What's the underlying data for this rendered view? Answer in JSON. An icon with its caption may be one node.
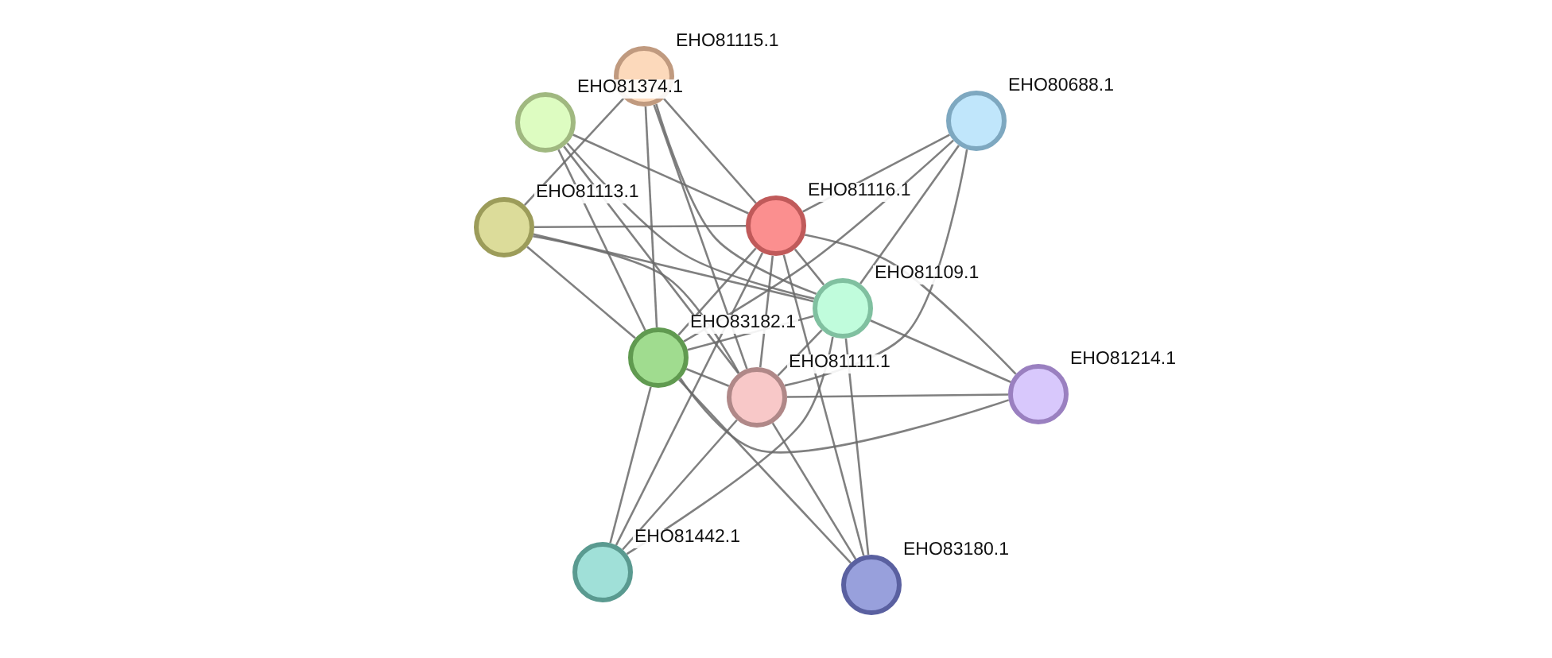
{
  "diagram": {
    "nodes": [
      {
        "text": [],
        "shape": "circle",
        "beside": [
          "EHO81115.1"
        ]
      },
      {
        "text": [],
        "shape": "circle",
        "beside": [
          "EHO81374.1"
        ]
      },
      {
        "text": [],
        "shape": "circle",
        "beside": [
          "EHO80688.1"
        ]
      },
      {
        "text": [],
        "shape": "circle",
        "beside": [
          "EHO81113.1"
        ]
      },
      {
        "text": [],
        "shape": "circle",
        "beside": [
          "EHO81116.1"
        ]
      },
      {
        "text": [],
        "shape": "circle",
        "beside": [
          "EHO81109.1"
        ]
      },
      {
        "text": [],
        "shape": "circle",
        "beside": [
          "EHO83182.1"
        ]
      },
      {
        "text": [],
        "shape": "circle",
        "beside": [
          "EHO81111.1"
        ]
      },
      {
        "text": [],
        "shape": "circle",
        "beside": [
          "EHO81214.1"
        ]
      },
      {
        "text": [],
        "shape": "circle",
        "beside": [
          "EHO81442.1"
        ]
      },
      {
        "text": [],
        "shape": "circle",
        "beside": [
          "EHO83180.1"
        ]
      }
    ],
    "edges": [
      {
        "from": 0,
        "to": 3,
        "arrow": "none"
      },
      {
        "from": 0,
        "to": 4,
        "arrow": "none"
      },
      {
        "from": 0,
        "to": 5,
        "arrow": "none"
      },
      {
        "from": 0,
        "to": 6,
        "arrow": "none"
      },
      {
        "from": 0,
        "to": 7,
        "arrow": "none"
      },
      {
        "from": 1,
        "to": 4,
        "arrow": "none"
      },
      {
        "from": 1,
        "to": 5,
        "arrow": "none"
      },
      {
        "from": 1,
        "to": 6,
        "arrow": "none"
      },
      {
        "from": 1,
        "to": 7,
        "arrow": "none"
      },
      {
        "from": 2,
        "to": 4,
        "arrow": "none"
      },
      {
        "from": 2,
        "to": 5,
        "arrow": "none"
      },
      {
        "from": 2,
        "to": 6,
        "arrow": "none"
      },
      {
        "from": 2,
        "to": 7,
        "arrow": "none"
      },
      {
        "from": 3,
        "to": 4,
        "arrow": "none"
      },
      {
        "from": 3,
        "to": 5,
        "arrow": "none"
      },
      {
        "from": 3,
        "to": 6,
        "arrow": "none"
      },
      {
        "from": 3,
        "to": 7,
        "arrow": "none"
      },
      {
        "from": 4,
        "to": 5,
        "arrow": "none"
      },
      {
        "from": 4,
        "to": 6,
        "arrow": "none"
      },
      {
        "from": 4,
        "to": 7,
        "arrow": "none"
      },
      {
        "from": 4,
        "to": 8,
        "arrow": "none"
      },
      {
        "from": 4,
        "to": 9,
        "arrow": "none"
      },
      {
        "from": 4,
        "to": 10,
        "arrow": "none"
      },
      {
        "from": 5,
        "to": 6,
        "arrow": "none"
      },
      {
        "from": 5,
        "to": 7,
        "arrow": "none"
      },
      {
        "from": 5,
        "to": 8,
        "arrow": "none"
      },
      {
        "from": 5,
        "to": 9,
        "arrow": "none"
      },
      {
        "from": 5,
        "to": 10,
        "arrow": "none"
      },
      {
        "from": 6,
        "to": 7,
        "arrow": "none"
      },
      {
        "from": 6,
        "to": 8,
        "arrow": "none"
      },
      {
        "from": 6,
        "to": 9,
        "arrow": "none"
      },
      {
        "from": 6,
        "to": 10,
        "arrow": "none"
      },
      {
        "from": 7,
        "to": 8,
        "arrow": "none"
      },
      {
        "from": 7,
        "to": 9,
        "arrow": "none"
      },
      {
        "from": 7,
        "to": 10,
        "arrow": "none"
      }
    ]
  }
}
